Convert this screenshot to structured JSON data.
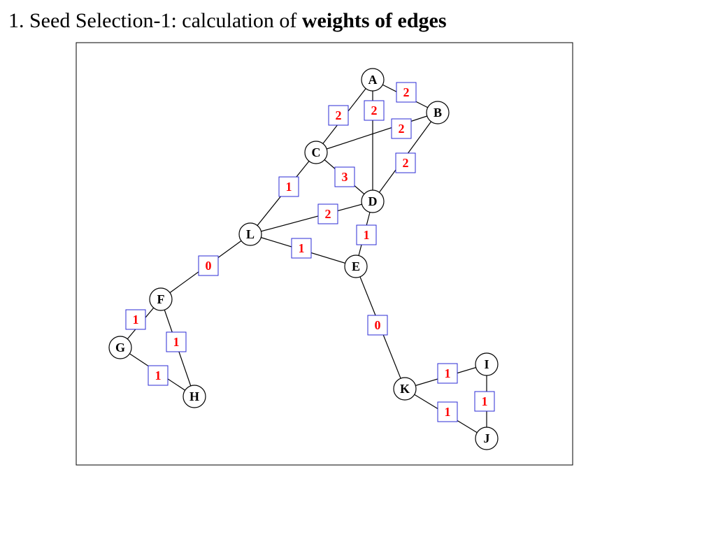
{
  "title": {
    "prefix": "1. Seed Selection-1: calculation of ",
    "bold": "weights of edges"
  },
  "colors": {
    "weight_text": "#ff0000",
    "weight_box": "#2b2bd6",
    "edge": "#000000",
    "node_border": "#000000"
  },
  "graph": {
    "nodes": [
      "A",
      "B",
      "C",
      "D",
      "L",
      "E",
      "F",
      "G",
      "H",
      "K",
      "I",
      "J"
    ],
    "edges": [
      {
        "from": "A",
        "to": "B",
        "weight": "2"
      },
      {
        "from": "A",
        "to": "C",
        "weight": "2"
      },
      {
        "from": "A",
        "to": "D",
        "weight": "2"
      },
      {
        "from": "C",
        "to": "B",
        "weight": "2"
      },
      {
        "from": "B",
        "to": "D",
        "weight": "2"
      },
      {
        "from": "C",
        "to": "D",
        "weight": "3"
      },
      {
        "from": "C",
        "to": "L",
        "weight": "1"
      },
      {
        "from": "L",
        "to": "D",
        "weight": "2"
      },
      {
        "from": "D",
        "to": "E",
        "weight": "1"
      },
      {
        "from": "L",
        "to": "E",
        "weight": "1"
      },
      {
        "from": "L",
        "to": "F",
        "weight": "0"
      },
      {
        "from": "F",
        "to": "G",
        "weight": "1"
      },
      {
        "from": "F",
        "to": "H",
        "weight": "1"
      },
      {
        "from": "G",
        "to": "H",
        "weight": "1"
      },
      {
        "from": "E",
        "to": "K",
        "weight": "0"
      },
      {
        "from": "K",
        "to": "I",
        "weight": "1"
      },
      {
        "from": "K",
        "to": "J",
        "weight": "1"
      },
      {
        "from": "I",
        "to": "J",
        "weight": "1"
      }
    ]
  }
}
